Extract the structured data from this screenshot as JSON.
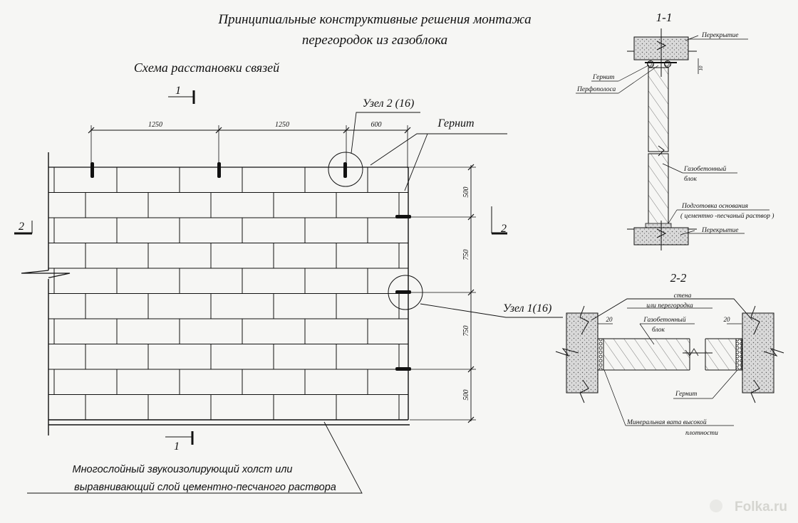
{
  "title": {
    "line1": "Принципиальные конструктивные решения монтажа",
    "line2": "перегородок из газоблока"
  },
  "scheme_title": "Схема расстановки связей",
  "section_marks": {
    "s1": "1",
    "s2": "2"
  },
  "dims": {
    "top": [
      "1250",
      "1250",
      "600"
    ],
    "right": [
      "500",
      "750",
      "750",
      "500"
    ]
  },
  "callouts": {
    "node2": "Узел  2 (16)",
    "gernit": "Гернит",
    "node1": "Узел  1(16)"
  },
  "bottom_note": {
    "line1": "Многослойный звукоизолирующий холст или",
    "line2": "выравнивающий слой цементно-песчаного раствора"
  },
  "section11": {
    "title": "1-1",
    "perekrytie_top": "Перекрытие",
    "gernit": "Гернит",
    "perfopolosa": "Перфополоса",
    "block_line1": "Газобетонный",
    "block_line2": "блок",
    "prep_line1": "Подготовка основания",
    "prep_line2": "( цементно -песчаный раствор )",
    "perekrytie_bottom": "Перекрытие",
    "dim": "10"
  },
  "section22": {
    "title": "2-2",
    "wall_line1": "стена",
    "wall_line2": "или перегородка",
    "block_line1": "Газобетонный",
    "block_line2": "блок",
    "dim_left": "20",
    "dim_right": "20",
    "gernit": "Гернит",
    "wool_line1": "Минеральная вата высокой",
    "wool_line2": "плотности"
  },
  "watermark": "Folka.ru"
}
